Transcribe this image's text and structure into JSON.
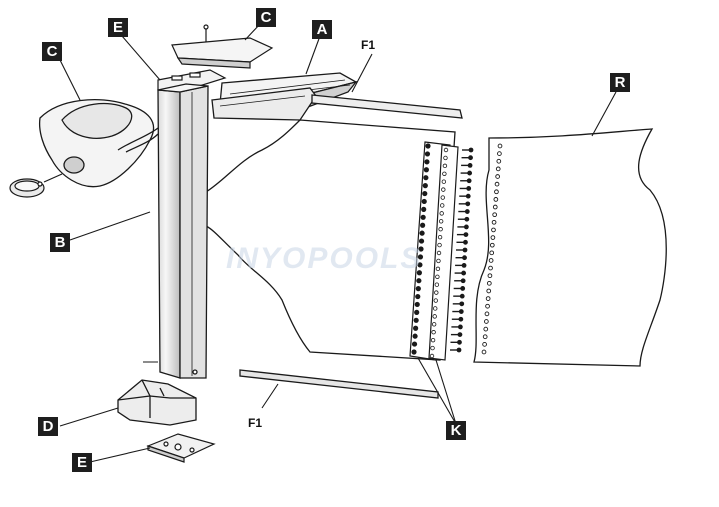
{
  "labels": {
    "A": "A",
    "B": "B",
    "C": "C",
    "D": "D",
    "E": "E",
    "F1": "F1",
    "K": "K",
    "R": "R"
  },
  "watermark": "INYOPOOLS",
  "colors": {
    "line": "#1a1a1a",
    "part_fill": "#f2f2f2",
    "part_shade": "#c8c8c8",
    "tag_bg": "#1e1e1e",
    "tag_text": "#ffffff"
  }
}
